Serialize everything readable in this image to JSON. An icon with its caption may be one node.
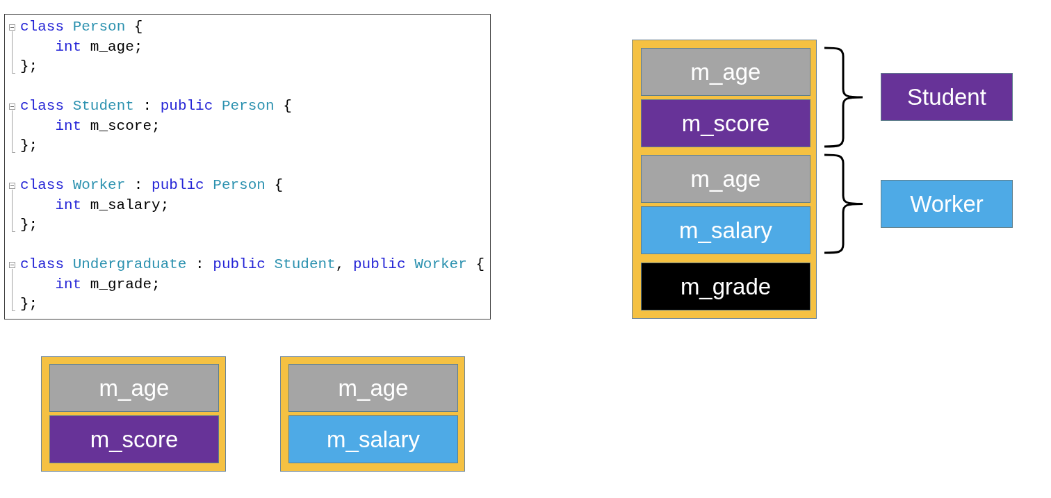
{
  "diagram": {
    "nodes": [
      {
        "text": [
          "class Person {",
          "int m_age;",
          "};",
          "class Student : public Person {",
          "int m_score;",
          "};",
          "class Worker : public Person {",
          "int m_salary;",
          "};",
          "class Undergraduate : public Student, public Worker {",
          "int m_grade;",
          "};"
        ]
      },
      {
        "text": [],
        "shape": "box"
      },
      {
        "text": [
          "m_age"
        ],
        "in": 1
      },
      {
        "text": [
          "m_score"
        ],
        "in": 1
      },
      {
        "text": [
          "m_age"
        ],
        "in": 1
      },
      {
        "text": [
          "m_salary"
        ],
        "in": 1
      },
      {
        "text": [
          "m_grade"
        ],
        "in": 1
      },
      {
        "text": [
          "Student"
        ]
      },
      {
        "text": [
          "Worker"
        ]
      },
      {
        "text": [],
        "shape": "box"
      },
      {
        "text": [
          "m_age"
        ],
        "in": 9
      },
      {
        "text": [
          "m_score"
        ],
        "in": 9
      },
      {
        "text": [],
        "shape": "box"
      },
      {
        "text": [
          "m_age"
        ],
        "in": 12
      },
      {
        "text": [
          "m_salary"
        ],
        "in": 12
      }
    ]
  }
}
